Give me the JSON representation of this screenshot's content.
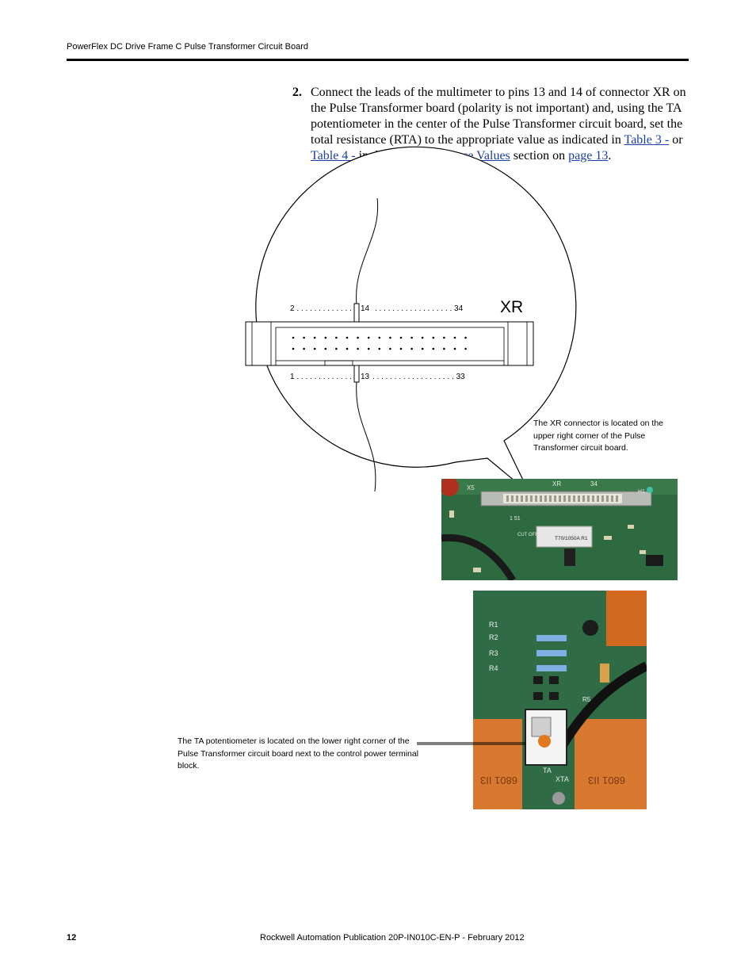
{
  "header": {
    "title": "PowerFlex DC Drive Frame C Pulse Transformer Circuit Board"
  },
  "step": {
    "number": "2.",
    "text_1": "Connect the leads of the multimeter to pins 13 and 14 of connector XR on the Pulse Transformer board (polarity is not important) and, using the TA potentiometer in the center of the Pulse Transformer circuit board, set the total resistance (RTA) to the appropriate value as indicated in ",
    "link_table3": "Table 3 -",
    "text_2": " or ",
    "link_table4": "Table 4 -",
    "text_3": " in the ",
    "link_total_resistance": "Total Resistance Values",
    "text_4": " section on ",
    "link_page": "page 13",
    "text_5": "."
  },
  "connector_diagram": {
    "top_row_label_left": "2 . . . . . . . . . . . . .",
    "top_row_pin": "14",
    "top_row_label_right": ". . . . . . . . . . . . . . . . . . 34",
    "bottom_row_label_left": "1 . . . . . . . . . . . . .",
    "bottom_row_pin": "13",
    "bottom_row_label_right": ". . . . . . . . . . . . . . . . . . . 33",
    "connector_name": "XR"
  },
  "captions": {
    "xr": "The XR connector is located on the upper right corner of the Pulse Transformer circuit board.",
    "ta": "The TA potentiometer is located on the lower right corner of the Pulse Transformer circuit board next to the control power terminal block."
  },
  "photo_xr": {
    "label_x5": "X5",
    "label_xr": "XR",
    "label_34": "34",
    "label_h1": "H1",
    "label_151": "1 51",
    "component_text_1": "CUT OFF ONLY FOR",
    "component_text_2": "T70/1050A  R1"
  },
  "photo_ta": {
    "labels": [
      "R1",
      "R2",
      "R3",
      "R4",
      "R5"
    ],
    "label_ta": "TA",
    "label_xta": "XTA",
    "block_left": "6801 II3",
    "block_right": "6801 II3"
  },
  "footer": {
    "page_number": "12",
    "publication": "Rockwell Automation Publication 20P-IN010C-EN-P - February 2012"
  }
}
